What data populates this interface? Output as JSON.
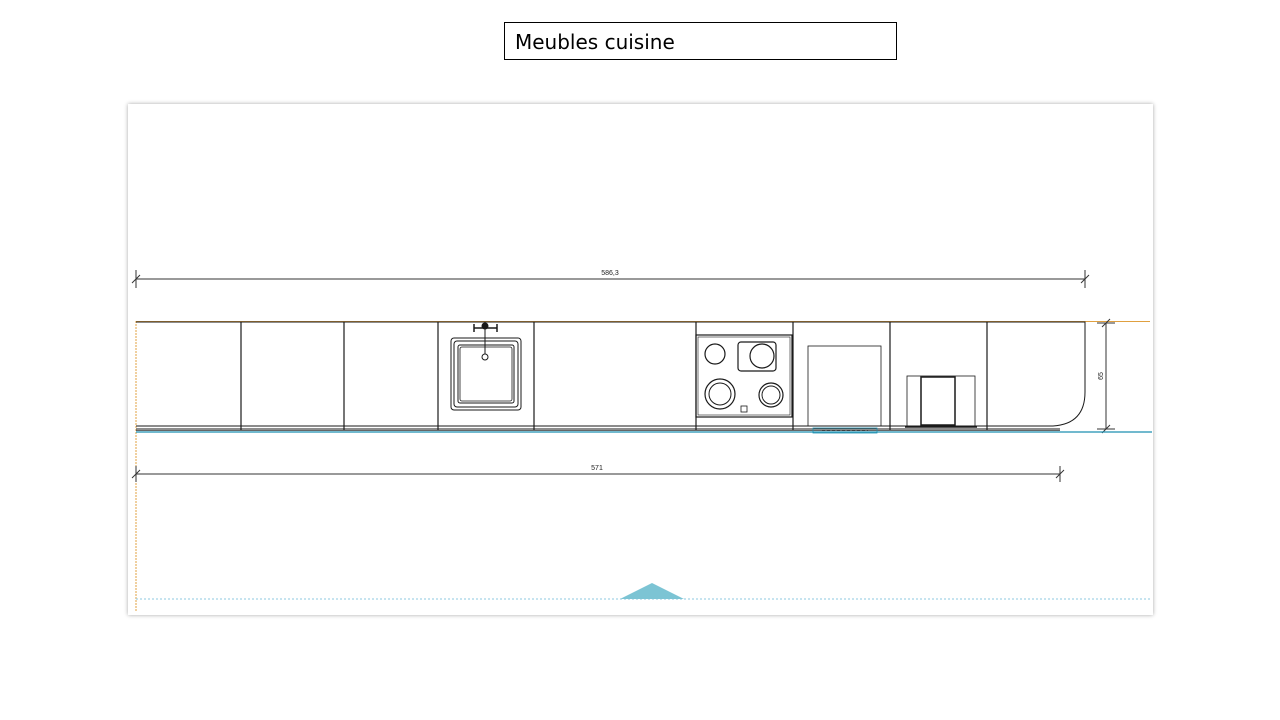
{
  "slide": {
    "title": "Meubles cuisine"
  },
  "drawing": {
    "dimensions": {
      "top_total": "586,3",
      "bottom_total": "571",
      "height": "65"
    },
    "colors": {
      "cabinet_line": "#1a1a1a",
      "guide_orange": "#e0a040",
      "floor_blue": "#1c8fb0",
      "marker_blue": "#7cc4d4",
      "dotted_blue": "#8ec8e0"
    }
  }
}
